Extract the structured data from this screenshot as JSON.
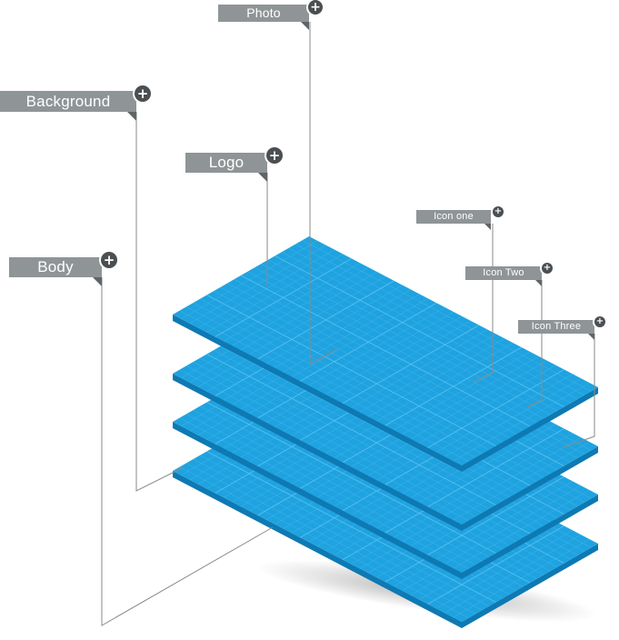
{
  "callouts": [
    {
      "id": "photo",
      "label": "Photo",
      "icon": "plus-icon"
    },
    {
      "id": "background",
      "label": "Background",
      "icon": "plus-icon"
    },
    {
      "id": "logo",
      "label": "Logo",
      "icon": "plus-icon"
    },
    {
      "id": "body",
      "label": "Body",
      "icon": "plus-icon"
    },
    {
      "id": "icon-one",
      "label": "Icon one",
      "icon": "plus-icon"
    },
    {
      "id": "icon-two",
      "label": "Icon Two",
      "icon": "plus-icon"
    },
    {
      "id": "icon-three",
      "label": "Icon Three",
      "icon": "plus-icon"
    }
  ],
  "layers": [
    {
      "name": "body-layer"
    },
    {
      "name": "background-layer"
    },
    {
      "name": "middle-layer"
    },
    {
      "name": "top-layer"
    }
  ],
  "colors": {
    "layer_fill": "#1fa3e0",
    "layer_side": "#0e79b3",
    "grid_line": "#5cc2f2",
    "label_bg": "#8f9496",
    "plus_bg": "#4b4f52",
    "leader_line": "#8a8a8a"
  }
}
